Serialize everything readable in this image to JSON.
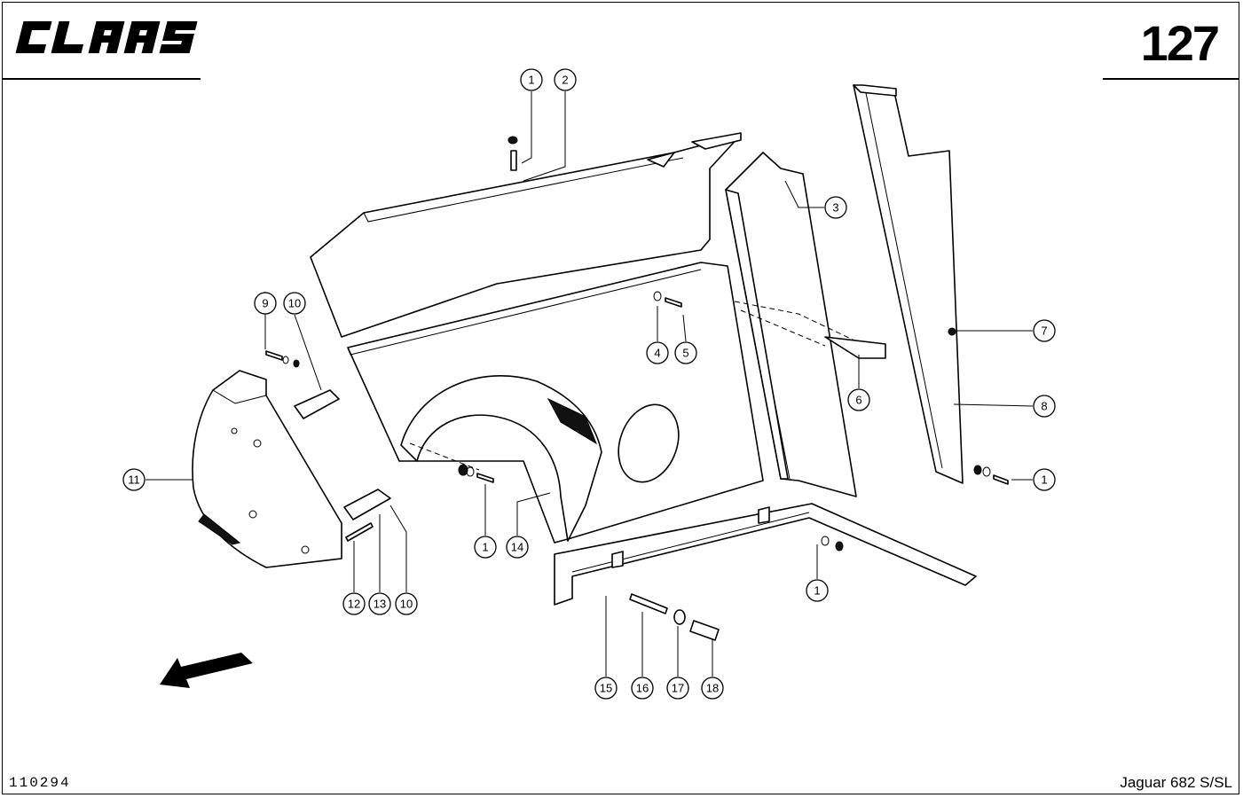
{
  "header": {
    "brand": "CLAAS",
    "page_number": "127"
  },
  "footer": {
    "doc_code": "110294",
    "model": "Jaguar 682 S/SL"
  },
  "callouts": [
    "1",
    "2",
    "3",
    "4",
    "5",
    "6",
    "7",
    "8",
    "9",
    "10",
    "11",
    "12",
    "13",
    "14",
    "15",
    "16",
    "17",
    "18"
  ],
  "icons": {
    "direction_arrow": "arrow-down-left-icon"
  }
}
